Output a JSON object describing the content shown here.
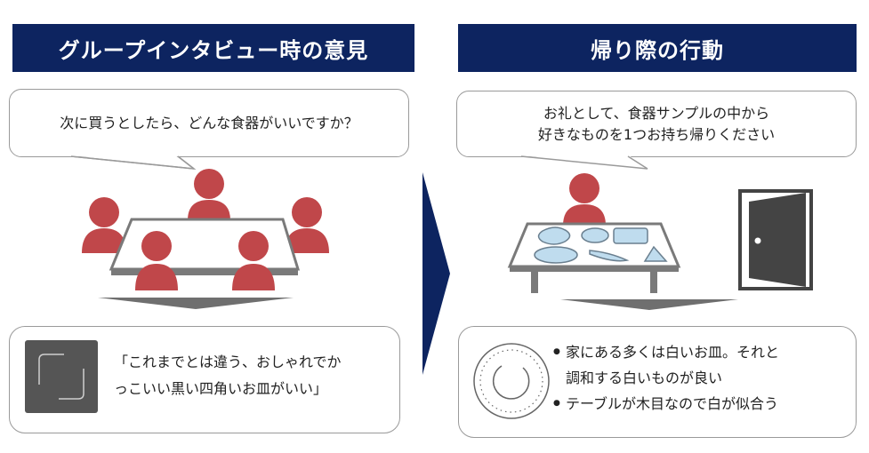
{
  "left": {
    "header": "グループインタビュー時の意見",
    "speech": "次に買うとしたら、どんな食器がいいですか？",
    "quote_line1": "「これまでとは違う、おしゃれでか",
    "quote_line2": "っこいい黒い四角いお皿がいい」"
  },
  "right": {
    "header": "帰り際の行動",
    "speech_line1": "お礼として、食器サンプルの中から",
    "speech_line2": "好きなものを1つお持ち帰りください",
    "bullet1_line1": "家にある多くは白いお皿。それと",
    "bullet1_line2": "調和する白いものが良い",
    "bullet2": "テーブルが木目なので白が似合う"
  },
  "colors": {
    "header_bg": "#0d2460",
    "person": "#c0474a",
    "plate_blue": "#bfdcee",
    "gray": "#6f6f6f"
  }
}
